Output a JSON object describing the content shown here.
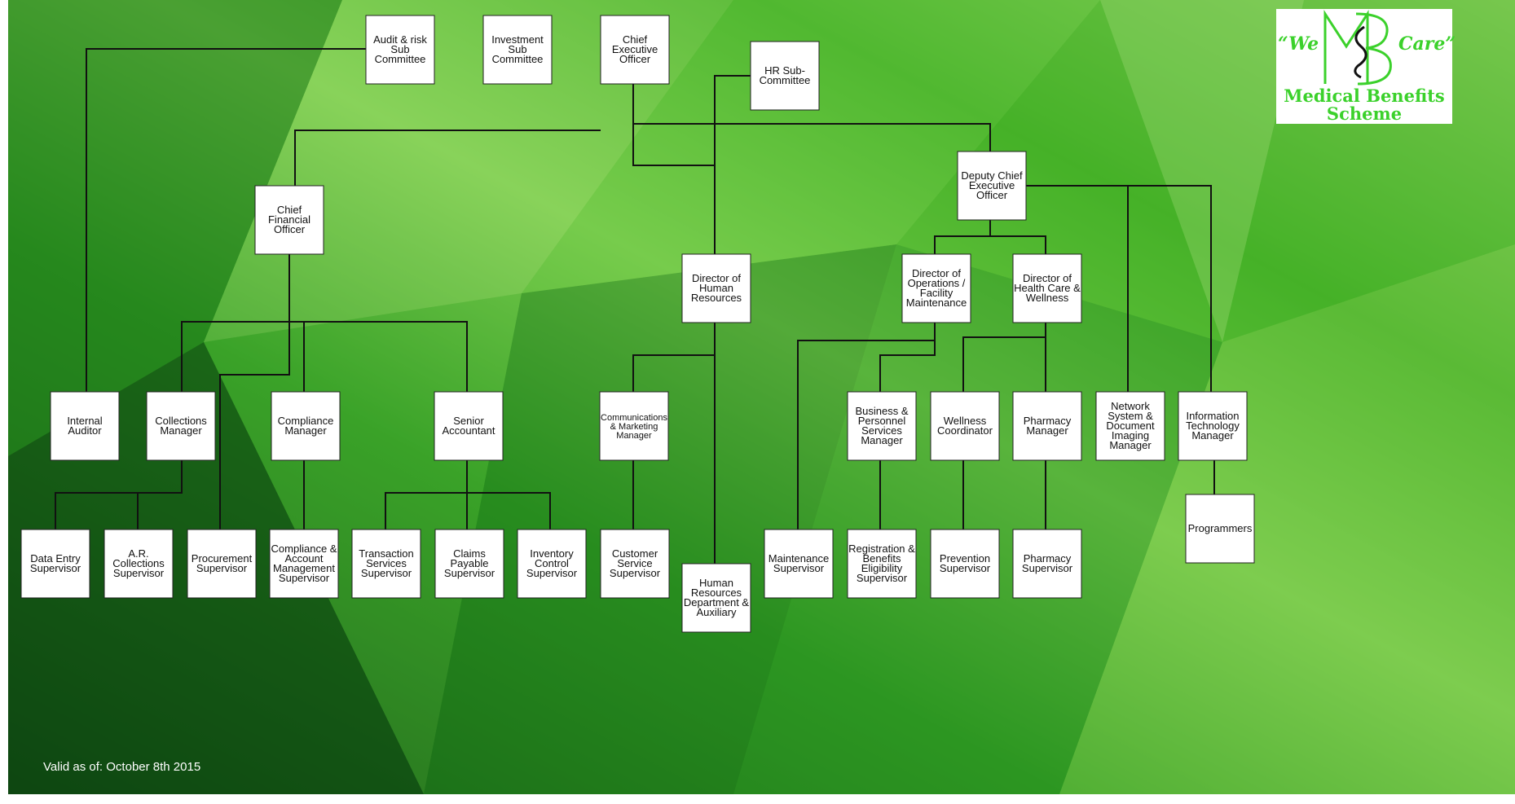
{
  "footer": {
    "valid_as_of": "Valid as of: October 8th 2015"
  },
  "logo": {
    "we": "“We",
    "care": "Care”",
    "line1": "Medical Benefits",
    "line2": "Scheme"
  },
  "colors": {
    "background_dark": "#0f4a12",
    "background_mid": "#2f9a22",
    "background_light": "#8fd25e",
    "connector": "#111111",
    "box_fill": "#ffffff",
    "logo_green": "#3bd12b"
  },
  "nodes": [
    {
      "id": "audit",
      "lines": [
        "Audit & risk",
        "Sub",
        "Committee"
      ]
    },
    {
      "id": "investment",
      "lines": [
        "Investment",
        "Sub",
        "Committee"
      ]
    },
    {
      "id": "ceo",
      "lines": [
        "Chief",
        "Executive",
        "Officer"
      ]
    },
    {
      "id": "hr_sub",
      "lines": [
        "HR Sub-",
        "Committee"
      ]
    },
    {
      "id": "cfo",
      "lines": [
        "Chief",
        "Financial",
        "Officer"
      ]
    },
    {
      "id": "dir_hr",
      "lines": [
        "Director of",
        "Human",
        "Resources"
      ]
    },
    {
      "id": "deputy",
      "lines": [
        "Deputy Chief",
        "Executive",
        "Officer"
      ]
    },
    {
      "id": "dir_ops",
      "lines": [
        "Director of",
        "Operations /",
        "Facility",
        "Maintenance"
      ]
    },
    {
      "id": "dir_health",
      "lines": [
        "Director of",
        "Health Care &",
        "Wellness"
      ]
    },
    {
      "id": "internal_auditor",
      "lines": [
        "Internal",
        "Auditor"
      ]
    },
    {
      "id": "collections_mgr",
      "lines": [
        "Collections",
        "Manager"
      ]
    },
    {
      "id": "compliance_mgr",
      "lines": [
        "Compliance",
        "Manager"
      ]
    },
    {
      "id": "senior_acct",
      "lines": [
        "Senior",
        "Accountant"
      ]
    },
    {
      "id": "comms_mgr",
      "lines": [
        "Communications",
        "& Marketing",
        "Manager"
      ],
      "small": true
    },
    {
      "id": "business_mgr",
      "lines": [
        "Business &",
        "Personnel",
        "Services",
        "Manager"
      ]
    },
    {
      "id": "wellness_coord",
      "lines": [
        "Wellness",
        "Coordinator"
      ]
    },
    {
      "id": "pharmacy_mgr",
      "lines": [
        "Pharmacy",
        "Manager"
      ]
    },
    {
      "id": "network_mgr",
      "lines": [
        "Network",
        "System &",
        "Document",
        "Imaging",
        "Manager"
      ]
    },
    {
      "id": "it_mgr",
      "lines": [
        "Information",
        "Technology",
        "Manager"
      ]
    },
    {
      "id": "data_entry",
      "lines": [
        "Data Entry",
        "Supervisor"
      ]
    },
    {
      "id": "ar_collections",
      "lines": [
        "A.R.",
        "Collections",
        "Supervisor"
      ]
    },
    {
      "id": "procurement",
      "lines": [
        "Procurement",
        "Supervisor"
      ]
    },
    {
      "id": "compliance_acct",
      "lines": [
        "Compliance &",
        "Account",
        "Management",
        "Supervisor"
      ]
    },
    {
      "id": "transaction",
      "lines": [
        "Transaction",
        "Services",
        "Supervisor"
      ]
    },
    {
      "id": "claims",
      "lines": [
        "Claims",
        "Payable",
        "Supervisor"
      ]
    },
    {
      "id": "inventory",
      "lines": [
        "Inventory",
        "Control",
        "Supervisor"
      ]
    },
    {
      "id": "customer_service",
      "lines": [
        "Customer",
        "Service",
        "Supervisor"
      ]
    },
    {
      "id": "hr_dept",
      "lines": [
        "Human",
        "Resources",
        "Department &",
        "Auxiliary"
      ]
    },
    {
      "id": "maintenance",
      "lines": [
        "Maintenance",
        "Supervisor"
      ]
    },
    {
      "id": "registration",
      "lines": [
        "Registration &",
        "Benefits",
        "Eligibility",
        "Supervisor"
      ]
    },
    {
      "id": "prevention",
      "lines": [
        "Prevention",
        "Supervisor"
      ]
    },
    {
      "id": "pharmacy_sup",
      "lines": [
        "Pharmacy",
        "Supervisor"
      ]
    },
    {
      "id": "programmers",
      "lines": [
        "Programmers"
      ]
    }
  ]
}
